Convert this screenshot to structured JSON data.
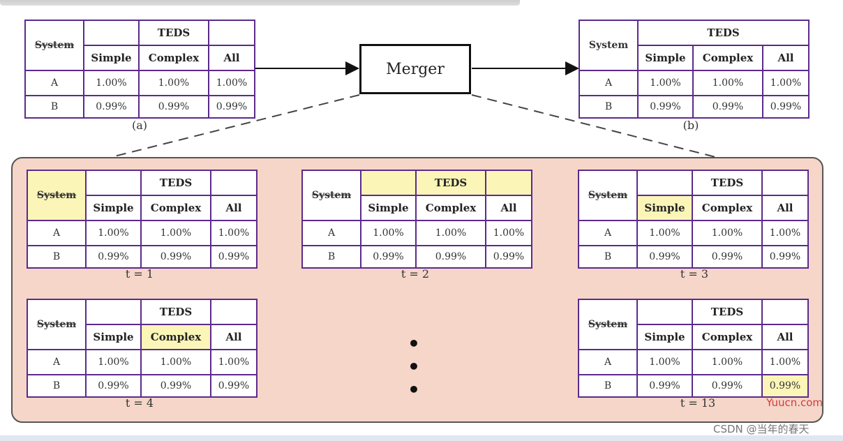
{
  "merger_label": "Merger",
  "captions": {
    "input": "(a)",
    "output": "(b)",
    "steps": [
      "t = 1",
      "t = 2",
      "t = 3",
      "t = 4",
      "t = 13"
    ]
  },
  "ellipsis": "• • •",
  "table": {
    "system_header": "System",
    "group_header": "TEDS",
    "sub_headers": [
      "Simple",
      "Complex",
      "All"
    ],
    "rows": [
      {
        "system": "A",
        "values": [
          "1.00%",
          "1.00%",
          "1.00%"
        ]
      },
      {
        "system": "B",
        "values": [
          "0.99%",
          "0.99%",
          "0.99%"
        ]
      }
    ]
  },
  "watermarks": {
    "site": "Yuucn.com",
    "author": "CSDN @当年的春天"
  },
  "colors": {
    "table_border": "#5b2a8c",
    "highlight": "#fbf5b8",
    "panel_bg": "#f5d6c9"
  }
}
